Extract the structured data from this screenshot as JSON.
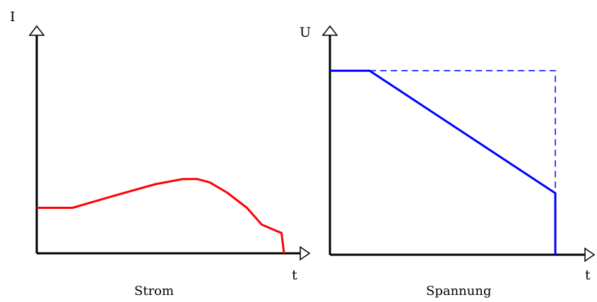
{
  "chart_data": [
    {
      "type": "line",
      "title": "",
      "caption": "Strom",
      "ylabel": "I",
      "xlabel": "t",
      "color": "#ff0000",
      "series": [
        {
          "style": "solid",
          "x": [
            0,
            0.145,
            0.31,
            0.48,
            0.59,
            0.65,
            0.7,
            0.77,
            0.85,
            0.91,
            0.99,
            1.0
          ],
          "y": [
            0.27,
            0.27,
            0.34,
            0.41,
            0.44,
            0.44,
            0.42,
            0.36,
            0.27,
            0.17,
            0.12,
            0.0
          ]
        }
      ]
    },
    {
      "type": "line",
      "title": "",
      "caption": "Spannung",
      "ylabel": "U",
      "xlabel": "t",
      "color": "#0000ff",
      "series": [
        {
          "style": "solid",
          "x": [
            0,
            0.176,
            1.0,
            1.0
          ],
          "y": [
            0.795,
            0.795,
            0.266,
            0.0
          ]
        },
        {
          "style": "dashed",
          "x": [
            0.176,
            1.0,
            1.0
          ],
          "y": [
            0.795,
            0.795,
            0.266
          ]
        }
      ]
    }
  ]
}
